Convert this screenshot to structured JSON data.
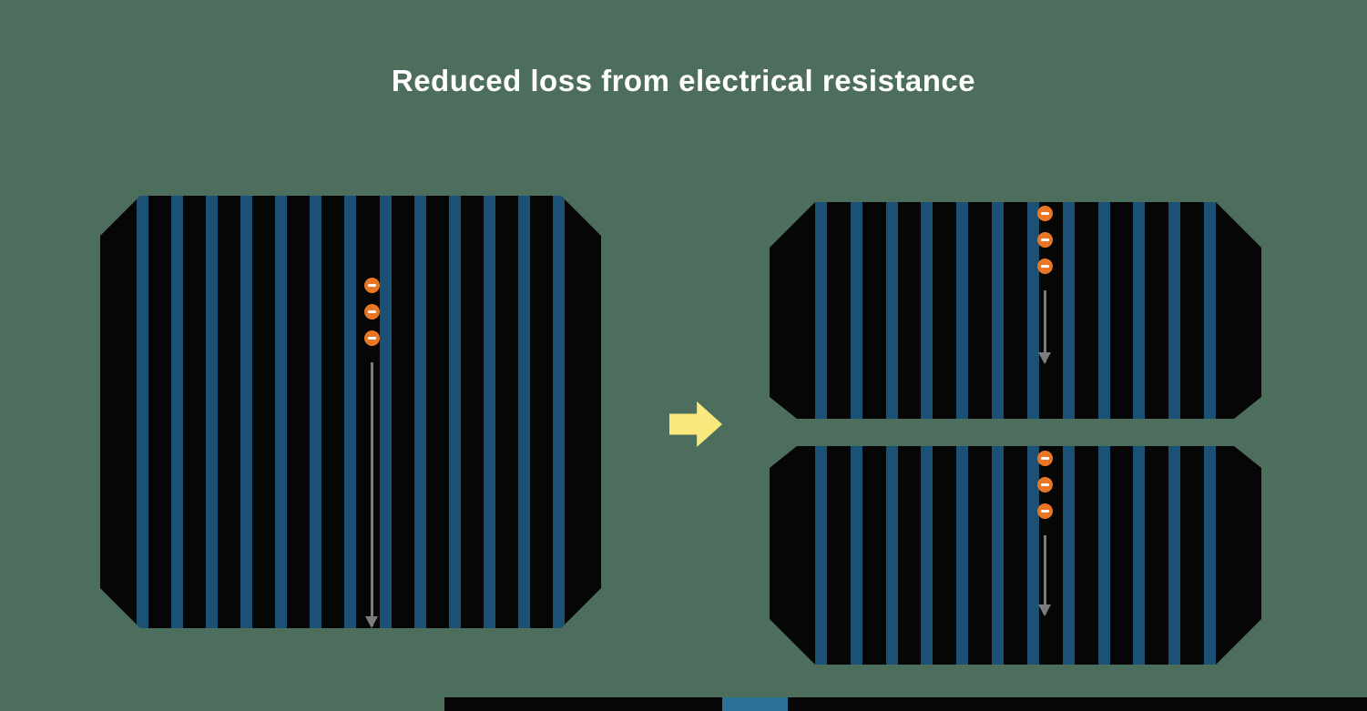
{
  "title": "Reduced loss from electrical resistance",
  "colors": {
    "background": "#4e6e5d",
    "cell_body": "#060606",
    "busbar_stripe": "#1b5174",
    "electron": "#e87624",
    "electron_symbol": "#ffffff",
    "current_arrow": "#7c7c7c",
    "transform_arrow": "#f9e87d",
    "cropped_stripe": "#2b7097"
  },
  "cells": {
    "full_cell": {
      "stripes": 13,
      "electrons": 3
    },
    "half_cell_top": {
      "stripes": 12,
      "electrons": 3
    },
    "half_cell_bottom": {
      "stripes": 12,
      "electrons": 3
    }
  }
}
